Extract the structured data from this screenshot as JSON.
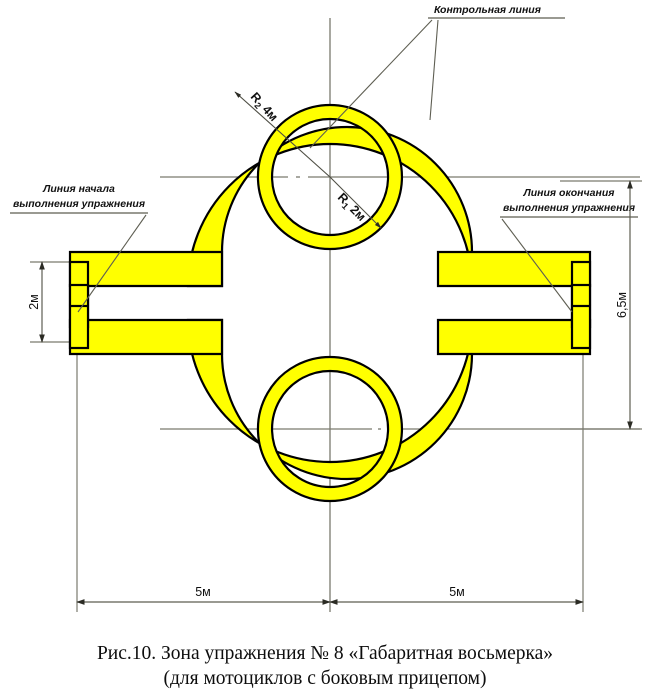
{
  "figure": {
    "caption_line1": "Рис.10. Зона упражнения № 8 «Габаритная восьмерка»",
    "caption_line2": "(для мотоциклов с боковым прицепом)",
    "colors": {
      "track": "#FFFF00",
      "outline": "#000000",
      "construction": "#7a7a6e"
    }
  },
  "annotations": {
    "control_line": "Контрольная линия",
    "start_line_1": "Линия начала",
    "start_line_2": "выполнения упражнения",
    "end_line_1": "Линия окончания",
    "end_line_2": "выполнения упражнения"
  },
  "radii": {
    "outer_label": "R",
    "outer_sub": "2",
    "outer_value": " 4м",
    "inner_label": "R",
    "inner_sub": "1",
    "inner_value": " 2м"
  },
  "dimensions": {
    "left_width": "5м",
    "right_width": "5м",
    "gate_height": "2м",
    "total_height": "6,5м"
  }
}
